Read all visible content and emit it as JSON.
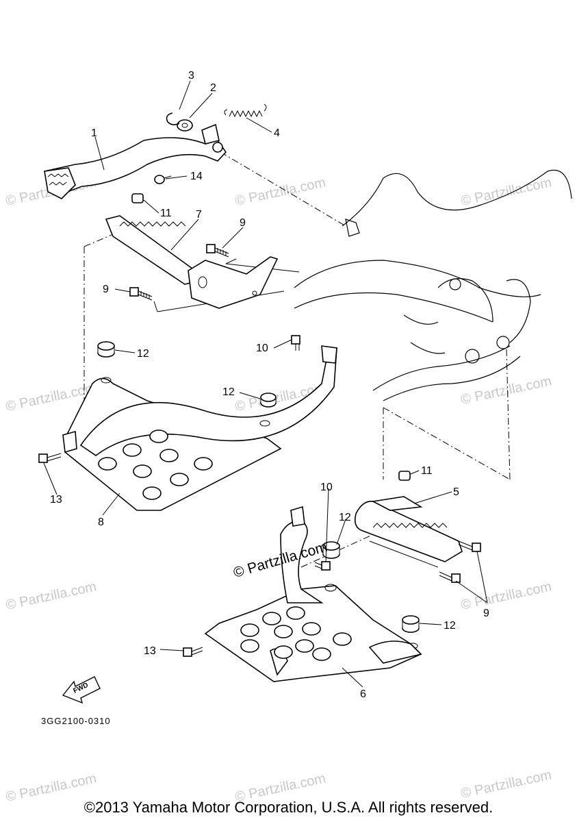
{
  "diagram": {
    "callouts": {
      "c1": "1",
      "c2": "2",
      "c3": "3",
      "c4": "4",
      "c5": "5",
      "c6": "6",
      "c7": "7",
      "c8": "8",
      "c9a": "9",
      "c9b": "9",
      "c9c": "9",
      "c10a": "10",
      "c10b": "10",
      "c11a": "11",
      "c11b": "11",
      "c12a": "12",
      "c12b": "12",
      "c12c": "12",
      "c12d": "12",
      "c13a": "13",
      "c13b": "13",
      "c14": "14"
    },
    "fwd_label": "FWD",
    "part_number": "3GG2100-0310",
    "watermark": "© Partzilla.com"
  },
  "footer": {
    "copyright": "©2013 Yamaha Motor Corporation, U.S.A. All rights reserved."
  }
}
